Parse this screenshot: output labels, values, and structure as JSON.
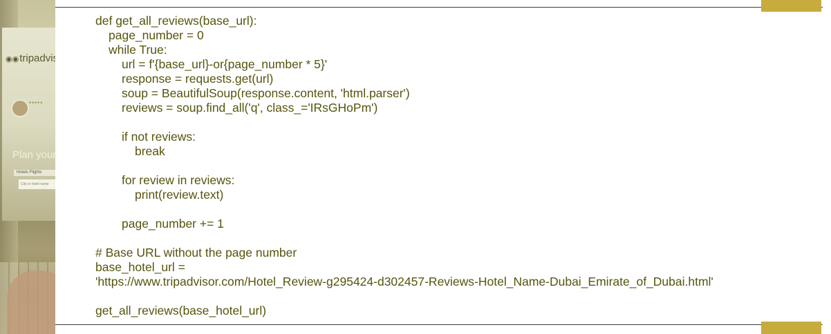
{
  "background_photo": {
    "logo_text": "tripadvis",
    "heading_text": "Plan your",
    "tab_labels": "Hotels   Flights",
    "search_placeholder": "City or hotel name"
  },
  "colors": {
    "code_text": "#57540e",
    "accent_bar": "#c6ac3d",
    "rule_line": "#3a3a3a"
  },
  "code_lines": [
    "def get_all_reviews(base_url):",
    "page_number = 0",
    "while True:",
    "url = f'{base_url}-or{page_number * 5}'",
    "response = requests.get(url)",
    "soup = BeautifulSoup(response.content, 'html.parser')",
    "reviews = soup.find_all('q', class_='IRsGHoPm')",
    "",
    "if not reviews:",
    "break",
    "",
    "for review in reviews:",
    "print(review.text)",
    "",
    "page_number += 1",
    "",
    "# Base URL without the page number",
    "base_hotel_url =",
    "'https://www.tripadvisor.com/Hotel_Review-g295424-d302457-Reviews-Hotel_Name-Dubai_Emirate_of_Dubai.html'",
    "",
    "get_all_reviews(base_hotel_url)"
  ]
}
